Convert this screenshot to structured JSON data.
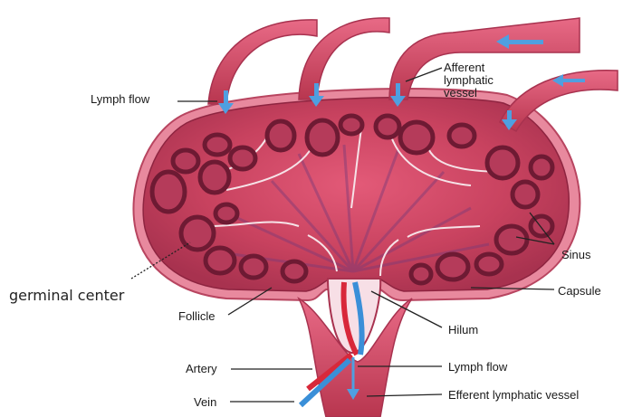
{
  "diagram": {
    "labels": {
      "lymph_flow_top": "Lymph flow",
      "afferent_line1": "Afferent",
      "afferent_line2": "lymphatic",
      "afferent_line3": "vessel",
      "sinus": "Sinus",
      "capsule": "Capsule",
      "germinal_center": "germinal center",
      "follicle": "Follicle",
      "hilum": "Hilum",
      "artery": "Artery",
      "lymph_flow_bottom": "Lymph flow",
      "vein": "Vein",
      "efferent": "Efferent lymphatic vessel"
    },
    "colors": {
      "tissue": "#c8425f",
      "tissue_dark": "#8e2440",
      "capsule": "#e0788e",
      "follicle_ring": "#6e1a33",
      "follicle_core": "#b53b5a",
      "arrow": "#4f9fe0",
      "artery": "#d8283a",
      "vein": "#3a8fd8"
    }
  }
}
